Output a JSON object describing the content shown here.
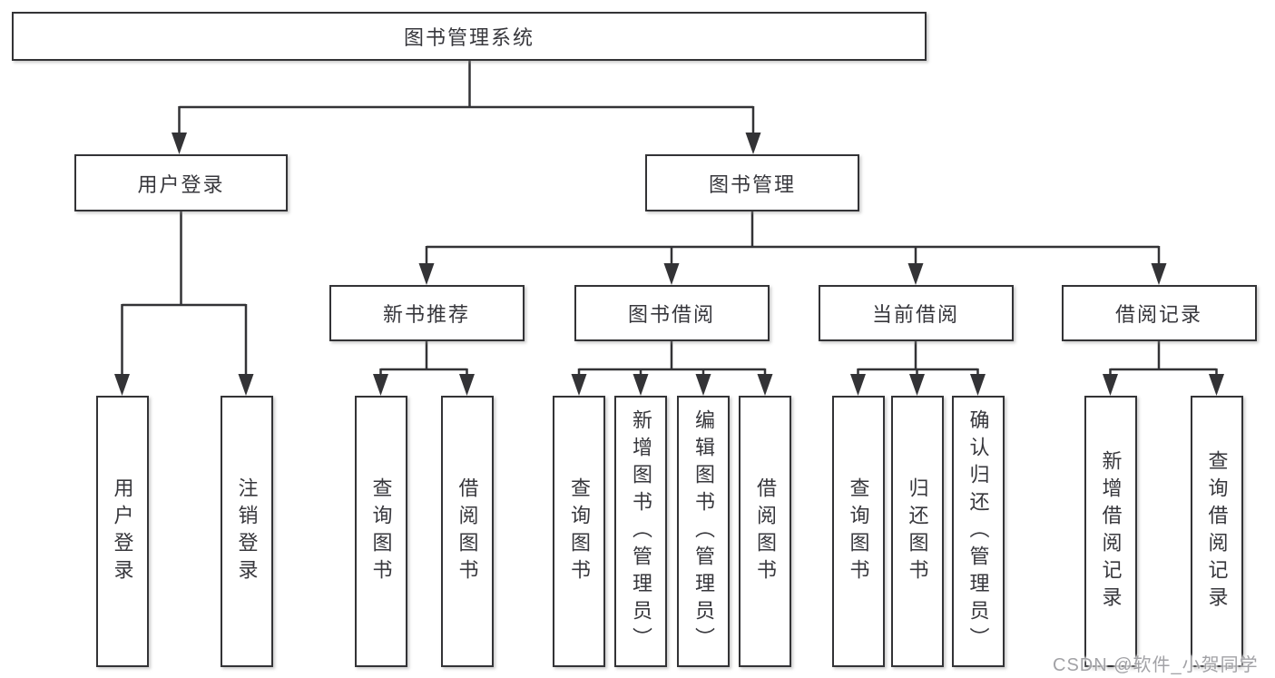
{
  "diagram": {
    "root": {
      "label": "图书管理系统"
    },
    "user_login": {
      "label": "用户登录",
      "children": [
        "用户登录",
        "注销登录"
      ]
    },
    "book_mgmt": {
      "label": "图书管理",
      "groups": [
        {
          "label": "新书推荐",
          "children": [
            "查询图书",
            "借阅图书"
          ]
        },
        {
          "label": "图书借阅",
          "children": [
            "查询图书",
            "新增图书（管理员）",
            "编辑图书（管理员）",
            "借阅图书"
          ]
        },
        {
          "label": "当前借阅",
          "children": [
            "查询图书",
            "归还图书",
            "确认归还（管理员）"
          ]
        },
        {
          "label": "借阅记录",
          "children": [
            "新增借阅记录",
            "查询借阅记录"
          ]
        }
      ]
    }
  },
  "watermark": {
    "text": "CSDN @软件_小贺同学"
  },
  "colors": {
    "line": "#3a3a3e",
    "text": "#37373c",
    "background": "#ffffff",
    "watermark": "#a2a2a6"
  }
}
